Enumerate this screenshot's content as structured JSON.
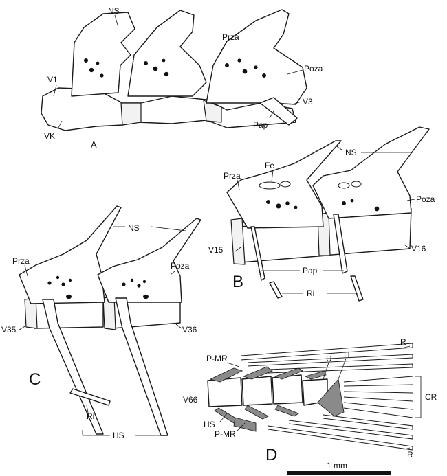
{
  "panels": {
    "A": "A",
    "B": "B",
    "C": "C",
    "D": "D"
  },
  "labels": {
    "A": {
      "ns": "NS",
      "prza": "Prza",
      "poza": "Poza",
      "v1": "V1",
      "vk": "VK",
      "v3": "V3",
      "pap": "Pap"
    },
    "B": {
      "ns": "NS",
      "fe": "Fe",
      "prza": "Prza",
      "poza": "Poza",
      "v15": "V15",
      "v16": "V16",
      "pap": "Pap",
      "ri": "Ri"
    },
    "C": {
      "ns": "NS",
      "prza": "Prza",
      "poza": "Poza",
      "v35": "V35",
      "v36": "V36",
      "ri": "Ri",
      "hs": "HS"
    },
    "D": {
      "pmr_top": "P-MR",
      "u": "U",
      "h": "H",
      "r_top": "R",
      "cr": "CR",
      "v66": "V66",
      "hs": "HS",
      "pmr_bottom": "P-MR",
      "r_bottom": "R"
    }
  },
  "scale_bar": {
    "label": "1 mm"
  },
  "colors": {
    "ink": "#1a1a1a",
    "fill_gray": "#8a8a8a"
  }
}
